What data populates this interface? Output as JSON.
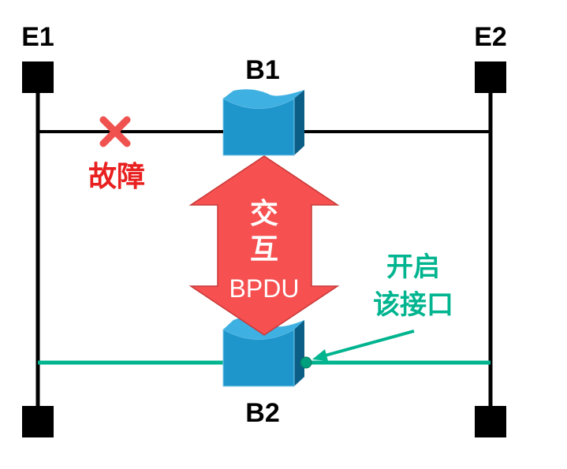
{
  "nodes": {
    "e1": "E1",
    "e2": "E2",
    "b1": "B1",
    "b2": "B2"
  },
  "fault_label": "故障",
  "arrow_label": {
    "line1": "交",
    "line2": "互",
    "line3": "BPDU"
  },
  "port_note": {
    "line1": "开启",
    "line2": "该接口"
  },
  "colors": {
    "fault": "#e8201f",
    "active_link": "#00b48f",
    "arrow": "#f65050",
    "switch": "#1e96cc",
    "link": "#000000"
  }
}
